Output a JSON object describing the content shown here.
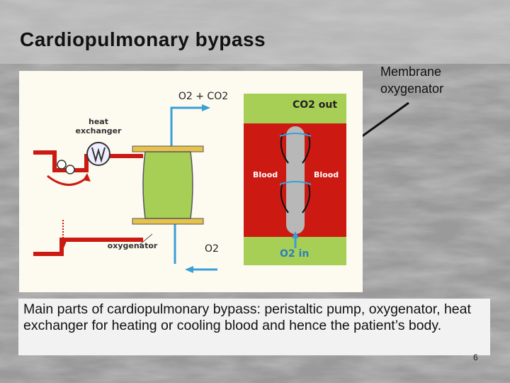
{
  "slide": {
    "title": "Cardiopulmonary bypass",
    "callout_line1": "Membrane",
    "callout_line2": "oxygenator",
    "caption": "Main parts of cardiopulmonary bypass: peristaltic pump, oxygenator, heat exchanger for heating or cooling blood and hence the patient’s body.",
    "page_number": "6"
  },
  "diagram": {
    "label_o2_co2": "O2 + CO2",
    "label_heat": "heat",
    "label_exchanger": "exchanger",
    "label_oxygenator": "oxygenator",
    "label_o2_out": "O2",
    "label_co2_out": "CO2 out",
    "label_blood_left": "Blood",
    "label_blood_right": "Blood",
    "label_o2_in": "O2 in"
  },
  "colors": {
    "blood_red": "#cc1a12",
    "membrane_green": "#a8cf55",
    "gas_blue": "#3a9fd6",
    "membrane_gray": "#b8b8b8"
  }
}
